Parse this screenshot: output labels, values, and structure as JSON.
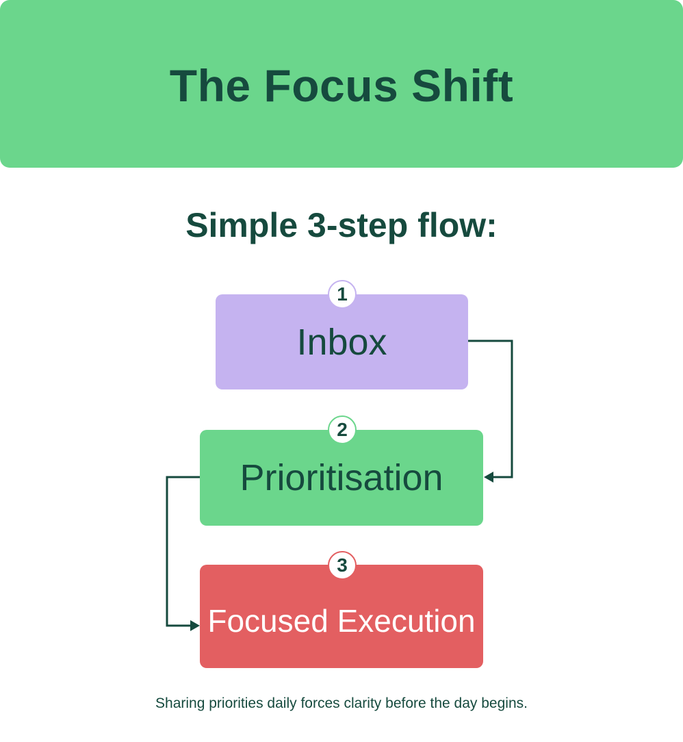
{
  "header": {
    "title": "The Focus Shift"
  },
  "subtitle": "Simple 3-step flow:",
  "steps": [
    {
      "number": "1",
      "label": "Inbox",
      "fill": "#C5B3F0",
      "badge_border": "#C5B3F0",
      "text_color": "#164A3E"
    },
    {
      "number": "2",
      "label": "Prioritisation",
      "fill": "#6BD68C",
      "badge_border": "#6BD68C",
      "text_color": "#164A3E"
    },
    {
      "number": "3",
      "label": "Focused Execution",
      "fill": "#E35F61",
      "badge_border": "#E35F61",
      "text_color": "#FFFFFF"
    }
  ],
  "connectors": [
    {
      "from": "1",
      "to": "2",
      "side": "right"
    },
    {
      "from": "2",
      "to": "3",
      "side": "left"
    }
  ],
  "footer": "Sharing priorities daily forces clarity before the day begins.",
  "colors": {
    "header_bg": "#6BD68C",
    "text_dark": "#164A3E",
    "connector": "#164A3E",
    "background": "#FFFFFF"
  }
}
